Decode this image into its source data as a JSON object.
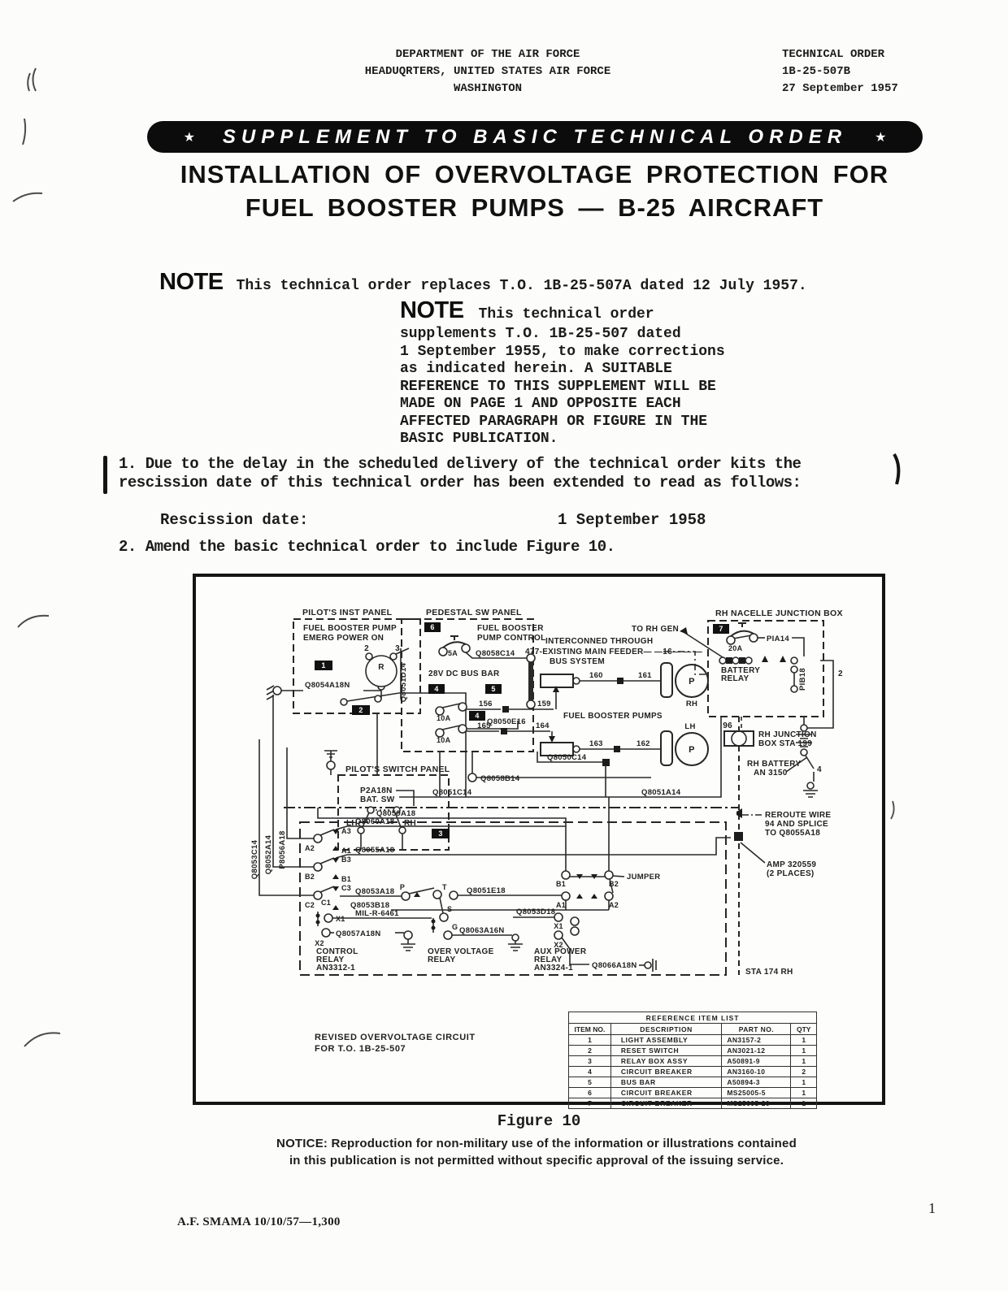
{
  "header": {
    "left_lines": [
      "DEPARTMENT OF THE AIR FORCE",
      "HEADUQRTERS, UNITED STATES AIR FORCE",
      "WASHINGTON"
    ],
    "right_lines": [
      "TECHNICAL ORDER",
      "1B-25-507B",
      "27 September 1957"
    ]
  },
  "banner": {
    "star": "★",
    "text": "SUPPLEMENT TO BASIC TECHNICAL ORDER"
  },
  "title": {
    "line1": "INSTALLATION OF OVERVOLTAGE PROTECTION FOR",
    "line2": "FUEL BOOSTER PUMPS — B-25 AIRCRAFT"
  },
  "note1": {
    "label": "NOTE",
    "text": "This technical order replaces T.O. 1B-25-507A dated 12 July 1957."
  },
  "note2": {
    "label": "NOTE",
    "first_line": "This technical order",
    "lines": [
      "supplements T.O. 1B-25-507 dated",
      "1 September 1955, to make corrections",
      "as indicated herein.  A SUITABLE",
      "REFERENCE TO THIS SUPPLEMENT WILL BE",
      "MADE ON PAGE 1 AND OPPOSITE EACH",
      "AFFECTED PARAGRAPH OR FIGURE IN THE",
      "BASIC PUBLICATION."
    ]
  },
  "body": {
    "para1_line1": "1.  Due to the delay in the scheduled delivery of the technical order kits the",
    "para1_line2": "rescission date of this technical order has been extended to read as follows:",
    "rescission_label": "Rescission date:",
    "rescission_value": "1 September 1958",
    "para2": "2.  Amend the basic technical order to include Figure 10."
  },
  "figure": {
    "caption": "Figure 10",
    "notice_line1": "NOTICE:  Reproduction for non-military use of the information or illustrations contained",
    "notice_line2": "in this publication is not permitted without specific approval of the issuing service."
  },
  "diagram": {
    "labels": {
      "pilots_inst_panel": "PILOT'S INST PANEL",
      "fuel_booster_pump": "FUEL BOOSTER PUMP",
      "emerg_power_on": "EMERG POWER ON",
      "t2": "2",
      "t3": "3",
      "lamp_r": "R",
      "q8054a18n": "Q8054A18N",
      "q8051d14": "Q8051D14",
      "badge1": "1",
      "badge2": "2",
      "badge3": "3",
      "badge4": "4",
      "badge4b": "4",
      "badge5": "5",
      "badge6": "6",
      "badge7": "7",
      "pilots_switch_panel": "PILOT'S SWITCH PANEL",
      "p2a18n": "P2A18N",
      "bat_sw": "BAT. SW",
      "sw_lh": "LH",
      "sw_rh": "RH",
      "pedestal_sw_panel": "PEDESTAL SW PANEL",
      "cb_5a": "5A",
      "fbp_control_1": "FUEL BOOSTER",
      "fbp_control_2": "PUMP CONTROL",
      "q8058c14": "Q8058C14",
      "bus_28v": "28V DC BUS BAR",
      "cb_10a_1": "10A",
      "cb_10a_2": "10A",
      "w156": "156",
      "w159": "159",
      "w165": "165",
      "w164": "164",
      "q8050e16": "Q8050E16",
      "interconned": "INTERCONNED THROUGH",
      "feeder": "477-EXISTING MAIN FEEDER— —16— — —",
      "bus_system": "BUS SYSTEM",
      "to_rh_gen": "TO RH GEN",
      "w160": "160",
      "w161": "161",
      "w163": "163",
      "w162": "162",
      "pump_p_rh": "P",
      "pump_rh": "RH",
      "pump_p_lh": "P",
      "pump_lh": "LH",
      "fuel_booster_pumps": "FUEL BOOSTER PUMPS",
      "q8050c14": "Q8050C14",
      "q8058b14": "Q8058B14",
      "q8051c14": "Q8051C14",
      "q8051a14": "Q8051A14",
      "q8059a18": "Q8059A18",
      "rh_nacelle_junction_box": "RH NACELLE JUNCTION BOX",
      "cb_20a": "20A",
      "pia14": "PIA14",
      "battery_relay_1": "BATTERY",
      "battery_relay_2": "RELAY",
      "pib18": "PIB18",
      "w2": "2",
      "w96": "96",
      "rh_junction_1": "RH JUNCTION",
      "rh_junction_2": "BOX STA 199",
      "rh_battery_1": "RH BATTERY",
      "rh_battery_2": "AN 3150",
      "w4": "4",
      "reroute_1": "REROUTE WIRE",
      "reroute_2": "94 AND SPLICE",
      "reroute_3": "TO Q8055A18",
      "amp_1": "AMP 320559",
      "amp_2": "(2 PLACES)",
      "sta_174_rh": "STA 174 RH",
      "q8053c14": "Q8053C14",
      "q8052a14": "Q8052A14",
      "p8056a18": "P8056A18",
      "q8060a18": "Q8060A18",
      "q8055a18": "Q8055A18",
      "q8053a18": "Q8053A18",
      "q8053b18": "Q8053B18",
      "ta3": "A3",
      "ta2": "A2",
      "ta1": "A1",
      "tb3": "B3",
      "tb2": "B2",
      "tb1": "B1",
      "tc2": "C2",
      "tc3": "C3",
      "tc1": "C1",
      "tx1": "X1",
      "tx2": "X2",
      "mil_r_6461": "MIL-R-6461",
      "q8057a18n": "Q8057A18N",
      "control_relay_1": "CONTROL",
      "control_relay_2": "RELAY",
      "control_relay_3": "AN3312-1",
      "tp": "P",
      "tt": "T",
      "ts": "S",
      "tg": "G",
      "q8051e18": "Q8051E18",
      "q8063a16n": "Q8063A16N",
      "ov_relay_1": "OVER VOLTAGE",
      "ov_relay_2": "RELAY",
      "jb1": "B1",
      "jb2": "B2",
      "ja1": "A1",
      "ja2": "A2",
      "jumper": "JUMPER",
      "q8053d18": "Q8053D18",
      "aux_x1": "X1",
      "aux_x2": "X2",
      "aux_relay_1": "AUX POWER",
      "aux_relay_2": "RELAY",
      "aux_relay_3": "AN3324-1",
      "q8066a18n": "Q8066A18N",
      "revised_1": "REVISED OVERVOLTAGE CIRCUIT",
      "revised_2": "FOR T.O. 1B-25-507"
    },
    "table": {
      "title": "REFERENCE ITEM LIST",
      "headers": [
        "ITEM NO.",
        "DESCRIPTION",
        "PART NO.",
        "QTY"
      ],
      "rows": [
        {
          "item": "1",
          "desc": "LIGHT ASSEMBLY",
          "part": "AN3157-2",
          "qty": "1"
        },
        {
          "item": "2",
          "desc": "RESET SWITCH",
          "part": "AN3021-12",
          "qty": "1"
        },
        {
          "item": "3",
          "desc": "RELAY BOX ASSY",
          "part": "A50891-9",
          "qty": "1"
        },
        {
          "item": "4",
          "desc": "CIRCUIT BREAKER",
          "part": "AN3160-10",
          "qty": "2"
        },
        {
          "item": "5",
          "desc": "BUS BAR",
          "part": "A50894-3",
          "qty": "1"
        },
        {
          "item": "6",
          "desc": "CIRCUIT BREAKER",
          "part": "MS25005-5",
          "qty": "1"
        },
        {
          "item": "7",
          "desc": "CIRCUIT BREAKER",
          "part": "MS25005-20",
          "qty": "1"
        }
      ]
    }
  },
  "footer": {
    "imprint": "A.F. SMAMA 10/10/57—1,300",
    "page": "1"
  }
}
